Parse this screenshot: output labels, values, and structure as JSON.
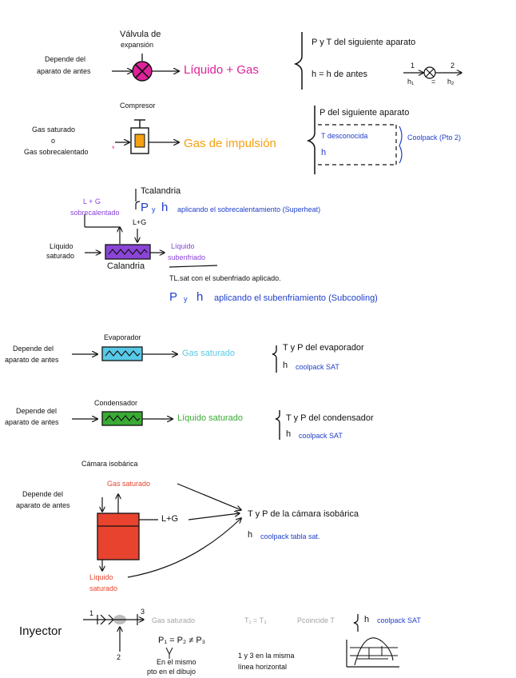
{
  "colors": {
    "pink": "#e0219b",
    "orange": "#f5a011",
    "purple": "#8a45d6",
    "cyan": "#58c9e6",
    "green": "#3aaa35",
    "red": "#e8432e",
    "blue": "#1f3fc9",
    "gray": "#a3a3a3"
  },
  "valve": {
    "title_l1": "Válvula de",
    "title_l2": "expansión",
    "input_l1": "Depende del",
    "input_l2": "aparato de antes",
    "output": "Líquido + Gas",
    "note1": "P y T del siguiente aparato",
    "note2": "h = h de antes",
    "node1": "1",
    "node2": "2",
    "h1": "h₁",
    "eq": "=",
    "h2": "h₂"
  },
  "compressor": {
    "title": "Compresor",
    "input_l1": "Gas saturado",
    "input_l2": "o",
    "input_l3": "Gas sobrecalentado",
    "asterisk": "*",
    "output": "Gas de impulsión",
    "note1": "P del siguiente aparato",
    "note2": "T desconocida",
    "note3": "h",
    "coolpack": "Coolpack (Pto 2)"
  },
  "calandria": {
    "t_label": "Tcalandria",
    "lg_top": "L + G",
    "sobre": "sobrecalentado",
    "ph_p": "P",
    "ph_y": "y",
    "ph_h": "h",
    "ph_text": "aplicando el sobrecalentamiento (Superheat)",
    "lg_small": "L+G",
    "input_l1": "Líquido",
    "input_l2": "saturado",
    "name": "Calandria",
    "out_l1": "Líquido",
    "out_l2": "subenfriado",
    "tl_note": "TL.sat con el subenfriado aplicado.",
    "ph2_p": "P",
    "ph2_y": "y",
    "ph2_h": "h",
    "ph2_text": "aplicando el subenfriamiento (Subcooling)"
  },
  "evaporator": {
    "title": "Evaporador",
    "input_l1": "Depende del",
    "input_l2": "aparato de antes",
    "output": "Gas saturado",
    "note1": "T y P del evaporador",
    "note2": "h",
    "coolpack": "coolpack SAT"
  },
  "condenser": {
    "title": "Condensador",
    "input_l1": "Depende del",
    "input_l2": "aparato de antes",
    "output": "Líquido saturado",
    "note1": "T y P del condensador",
    "note2": "h",
    "coolpack": "coolpack SAT"
  },
  "chamber": {
    "title": "Cámara isobárica",
    "input_l1": "Depende del",
    "input_l2": "aparato de antes",
    "gas_out": "Gas saturado",
    "lg": "L+G",
    "liq_l1": "Líquido",
    "liq_l2": "saturado",
    "note1": "T y P de la cámara isobárica",
    "note2": "h",
    "coolpack": "coolpack tabla sat."
  },
  "injector": {
    "name": "Inyector",
    "n1": "1",
    "n2": "2",
    "n3": "3",
    "gas": "Gas saturado",
    "t_eq": "T₁ = T₃",
    "p_coincide": "Pcoincide T",
    "h": "h",
    "coolpack": "coolpack SAT",
    "p_eq": "P₁ = P₂ ≠ P₃",
    "same_l1": "En el mismo",
    "same_l2": "pto en el dibujo",
    "line_l1": "1 y 3 en la misma",
    "line_l2": "línea horizontal"
  }
}
